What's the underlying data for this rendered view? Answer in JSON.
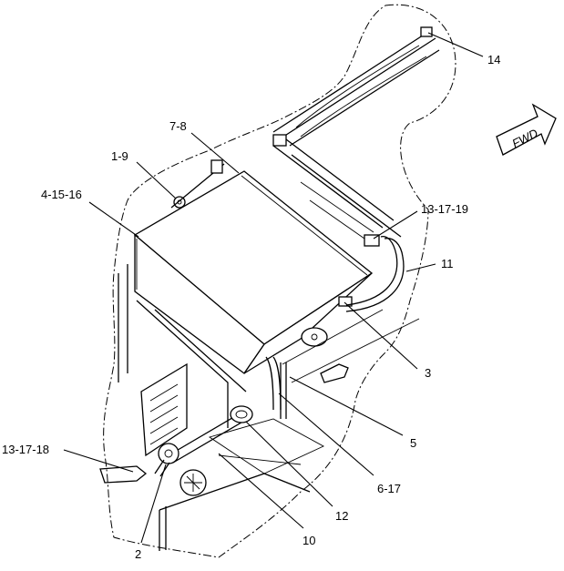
{
  "callouts": {
    "c14": "14",
    "c7_8": "7-8",
    "c1_9": "1-9",
    "c4_15_16": "4-15-16",
    "c13_17_19": "13-17-19",
    "c11": "11",
    "c3": "3",
    "c5": "5",
    "c6_17": "6-17",
    "c13_17_18": "13-17-18",
    "c12": "12",
    "c10": "10",
    "c2": "2"
  },
  "direction_arrow": {
    "label": "FWD"
  }
}
